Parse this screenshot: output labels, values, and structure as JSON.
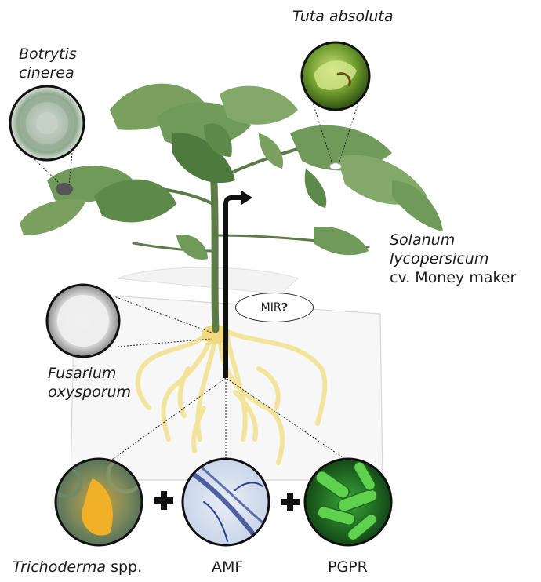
{
  "labels": {
    "botrytis_line1": "Botrytis",
    "botrytis_line2": "cinerea",
    "tuta": "Tuta absoluta",
    "solanum_line1": "Solanum",
    "solanum_line2": "lycopersicum",
    "solanum_line3": "cv. Money maker",
    "fusarium_line1": "Fusarium",
    "fusarium_line2": "oxysporum",
    "trichoderma_italic": "Trichoderma",
    "trichoderma_rest": " spp.",
    "amf": "AMF",
    "pgpr": "PGPR",
    "mir_text": "MIR",
    "mir_mark": "?"
  },
  "colors": {
    "leaf": "#6f9a5a",
    "leaf_dark": "#4f7a3e",
    "stem": "#5d7b47",
    "roots": "#f2e39a",
    "arrow": "#111111"
  },
  "icons": {
    "plus": "plus-icon",
    "arrow": "upward-arrow-icon"
  }
}
